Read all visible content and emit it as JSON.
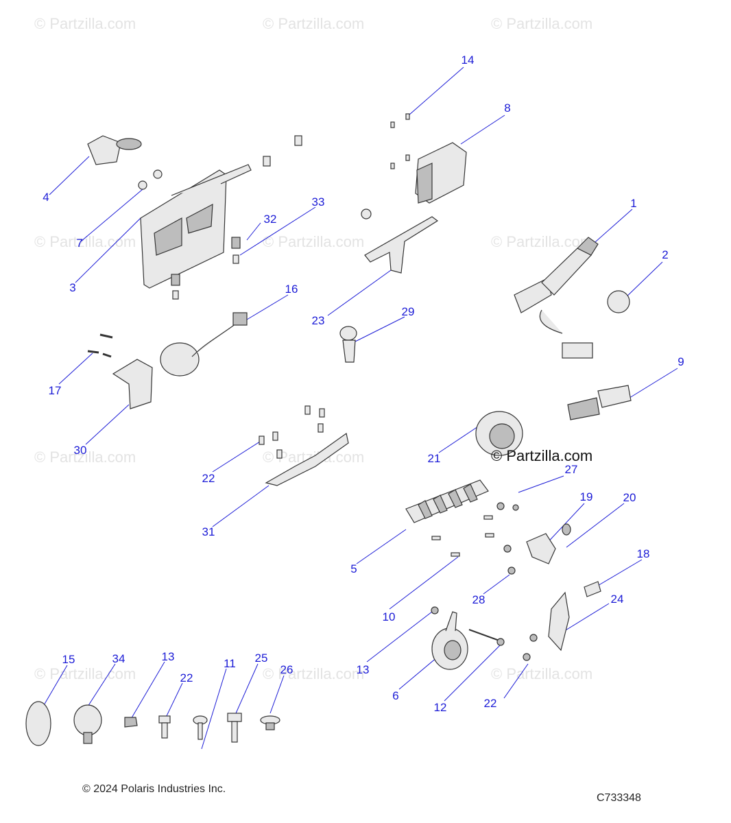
{
  "watermark_text": "© Partzilla.com",
  "brand_stamp": "© Partzilla.com",
  "copyright": "© 2024 Polaris Industries Inc.",
  "diagram_code": "C733348",
  "callouts": {
    "c1": "1",
    "c2": "2",
    "c3": "3",
    "c4": "4",
    "c5": "5",
    "c6": "6",
    "c7": "7",
    "c8": "8",
    "c9": "9",
    "c10": "10",
    "c11": "11",
    "c12": "12",
    "c13a": "13",
    "c13b": "13",
    "c14": "14",
    "c15": "15",
    "c16": "16",
    "c17": "17",
    "c18": "18",
    "c19": "19",
    "c20": "20",
    "c21": "21",
    "c22a": "22",
    "c22b": "22",
    "c22c": "22",
    "c23": "23",
    "c24": "24",
    "c25": "25",
    "c26": "26",
    "c27": "27",
    "c28": "28",
    "c29": "29",
    "c30": "30",
    "c31": "31",
    "c32": "32",
    "c33": "33",
    "c34": "34"
  },
  "colors": {
    "callout": "#1a1ad6",
    "watermark": "#e3e3e3",
    "line_art": "#333333"
  }
}
